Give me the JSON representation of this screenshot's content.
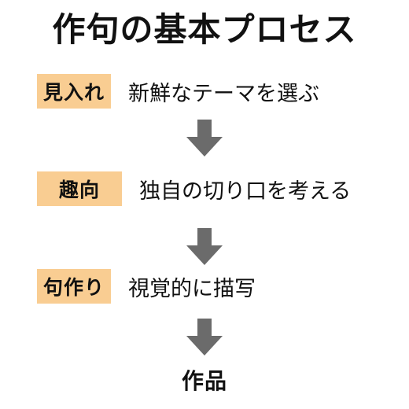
{
  "title": "作句の基本プロセス",
  "steps": [
    {
      "label": "見入れ",
      "description": "新鮮なテーマを選ぶ"
    },
    {
      "label": "趣向",
      "description": "独自の切り口を考える"
    },
    {
      "label": "句作り",
      "description": "視覚的に描写"
    }
  ],
  "result": "作品",
  "colors": {
    "label_background": "#f9cd92",
    "arrow": "#6b6b6b",
    "text": "#111111"
  }
}
